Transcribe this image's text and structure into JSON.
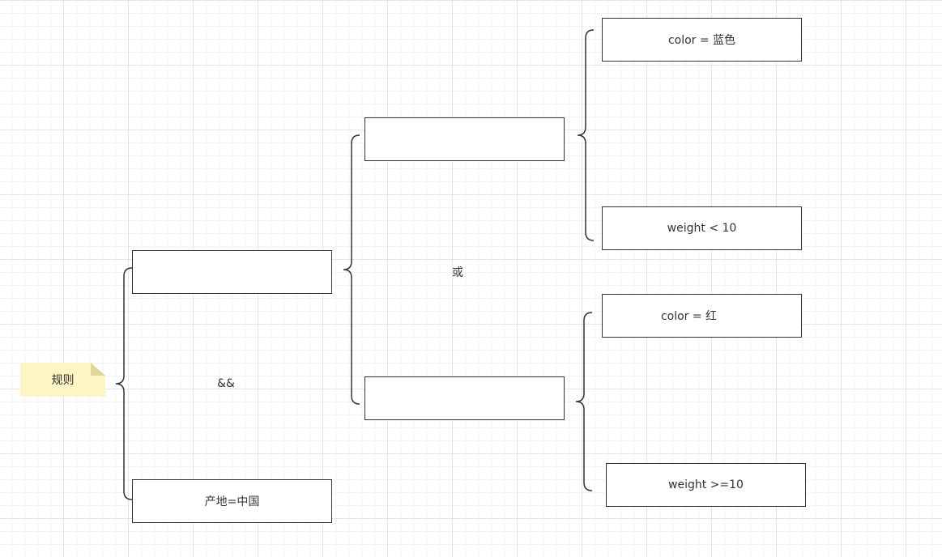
{
  "diagram": {
    "root_note": {
      "label": "规则"
    },
    "boxes": {
      "level1_top": {
        "label": ""
      },
      "level1_bottom": {
        "label": "产地=中国"
      },
      "level2_top": {
        "label": ""
      },
      "level2_bottom": {
        "label": ""
      },
      "leaf_1": {
        "label": "color = 蓝色"
      },
      "leaf_2": {
        "label": "weight < 10"
      },
      "leaf_3": {
        "label": "color = 红"
      },
      "leaf_4": {
        "label": "weight >=10"
      }
    },
    "operators": {
      "and": "&&",
      "or": "或"
    },
    "colors": {
      "note_fill": "#fff4c3",
      "note_fold": "#e2d59b",
      "stroke": "#333333",
      "grid": "#e6e6e6"
    }
  }
}
